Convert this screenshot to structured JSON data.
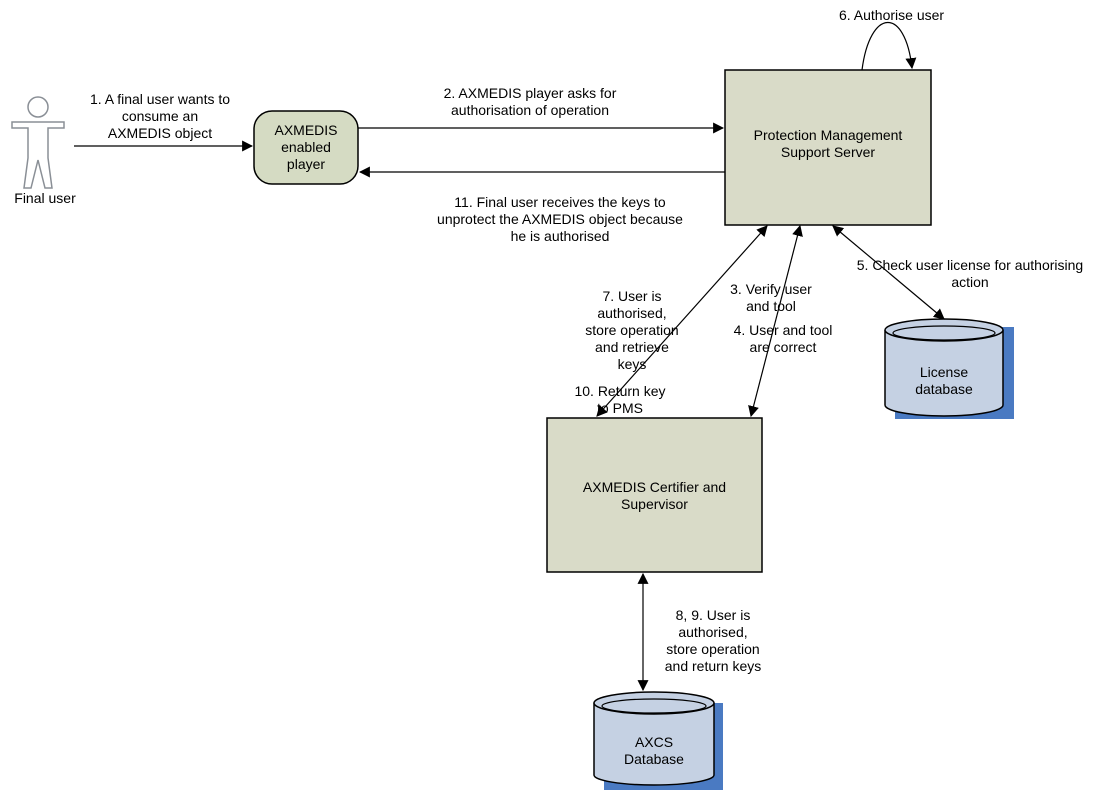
{
  "nodes": {
    "final_user": "Final user",
    "player": [
      "AXMEDIS",
      "enabled",
      "player"
    ],
    "pms": [
      "Protection Management",
      "Support Server"
    ],
    "certifier": [
      "AXMEDIS Certifier and",
      "Supervisor"
    ],
    "license_db": [
      "License",
      "database"
    ],
    "axcs_db": [
      "AXCS",
      "Database"
    ]
  },
  "labels": {
    "step1": [
      "1. A final user wants to",
      "consume an",
      "AXMEDIS object"
    ],
    "step2": [
      "2. AXMEDIS player asks for",
      "authorisation of operation"
    ],
    "step11": [
      "11. Final user receives the keys to",
      "unprotect the AXMEDIS object because",
      "he is authorised"
    ],
    "step6": "6. Authorise user",
    "step5": [
      "5. Check user license for authorising",
      "action"
    ],
    "step3": [
      "3. Verify user",
      "and tool"
    ],
    "step4": [
      "4. User and tool",
      "are correct"
    ],
    "step7": [
      "7. User is",
      "authorised,",
      "store operation",
      "and retrieve",
      "keys"
    ],
    "step10": [
      "10. Return key",
      "to PMS"
    ],
    "step89": [
      "8, 9. User is",
      "authorised,",
      "store operation",
      "and return keys"
    ]
  },
  "colors": {
    "box_fill": "#d9dbc8",
    "rounded_fill": "#d5dbc3",
    "db_body": "#c5d1e3",
    "db_shadow": "#4a7ac2",
    "figure_fill": "#ffffff",
    "line": "#000000"
  }
}
